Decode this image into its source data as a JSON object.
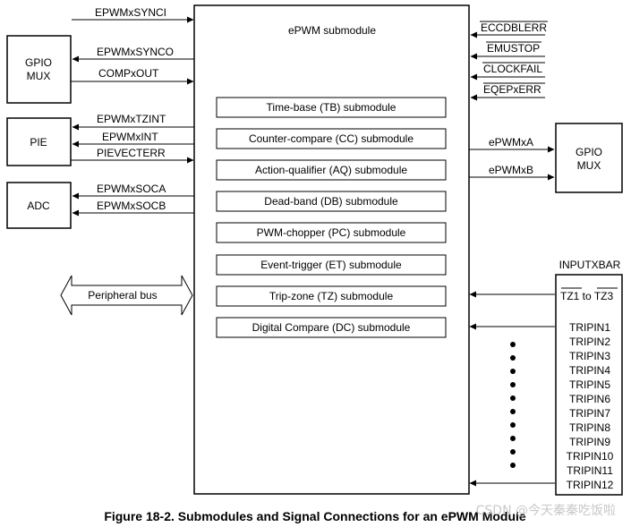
{
  "main_block": {
    "title": "ePWM submodule"
  },
  "submodules": [
    "Time-base (TB) submodule",
    "Counter-compare (CC) submodule",
    "Action-qualifier (AQ) submodule",
    "Dead-band (DB) submodule",
    "PWM-chopper (PC) submodule",
    "Event-trigger (ET) submodule",
    "Trip-zone (TZ) submodule",
    "Digital Compare (DC) submodule"
  ],
  "left_blocks": {
    "gpio_mux": [
      "GPIO",
      "MUX"
    ],
    "pie": "PIE",
    "adc": "ADC"
  },
  "left_signals": {
    "synci": "EPWMxSYNCI",
    "synco": "EPWMxSYNCO",
    "compxout": "COMPxOUT",
    "tzint": "EPWMxTZINT",
    "int": "EPWMxINT",
    "pievecterr": "PIEVECTERR",
    "soca": "EPWMxSOCA",
    "socb": "EPWMxSOCB"
  },
  "peripheral_bus": "Peripheral bus",
  "right_inputs": [
    "ECCDBLERR",
    "EMUSTOP",
    "CLOCKFAIL",
    "EQEPxERR"
  ],
  "right_outputs": [
    "ePWMxA",
    "ePWMxB"
  ],
  "right_gpio_mux": [
    "GPIO",
    "MUX"
  ],
  "inputxbar": {
    "title": "INPUTXBAR",
    "tz_label": {
      "a": "TZ1",
      "to": " to ",
      "b": "TZ3"
    },
    "tripins": [
      "TRIPIN1",
      "TRIPIN2",
      "TRIPIN3",
      "TRIPIN4",
      "TRIPIN5",
      "TRIPIN6",
      "TRIPIN7",
      "TRIPIN8",
      "TRIPIN9",
      "TRIPIN10",
      "TRIPIN11",
      "TRIPIN12"
    ]
  },
  "caption": "Figure 18-2. Submodules and Signal Connections for an ePWM Module",
  "watermark": "CSDN @今天秦秦吃饭啦"
}
